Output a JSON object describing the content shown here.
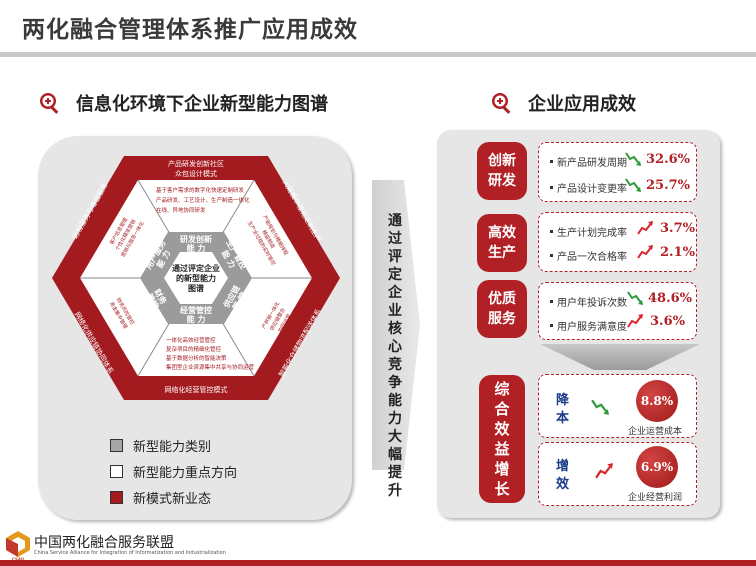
{
  "page_title": "两化融合管理体系推广应用成效",
  "left_section": {
    "heading": "信息化环境下企业新型能力图谱",
    "center": [
      "通过评定企业",
      "的新型能力",
      "图谱"
    ],
    "categories": {
      "rnd": [
        "研发创新",
        "能 力"
      ],
      "ops": [
        "经营管控",
        "能 力"
      ],
      "prod": [
        "生产管控",
        "能 力"
      ],
      "supply": [
        "供应链",
        "管 控"
      ],
      "user": [
        "用户服务",
        "能 力"
      ],
      "finance": [
        "财务",
        "管控"
      ]
    },
    "top_items": [
      "产品研发创新社区",
      "众包设计模式"
    ],
    "rnd_items": [
      "基于客户需求的数字化快速定制研发",
      "产品研发、工艺设计、生产制造一体化",
      "在线、异地协同研发"
    ],
    "ops_items": [
      "一体化高效经营管控",
      "复杂项目的精细化管控",
      "基于数据分析的智能决策",
      "集团型企业资源集中共享与协同运营"
    ],
    "bottom_item": "网络化经营管控模式",
    "right_top": "大规模个性化定制生产",
    "right_bottom": "智能化仓储物流配送体系",
    "left_top": "远程服务与增值服务",
    "left_bottom": "网络化供应链协同体系",
    "prod_items": [
      "产能规划与精细排程",
      "精益制造",
      "生产全过程的实时管控"
    ],
    "user_items": [
      "客户信息管理",
      "个性化精准营销",
      "营销与服务一体化"
    ],
    "supply_items": [
      "产供销一体化",
      "供应链整合",
      "协同运营"
    ],
    "finance_items": [
      "财务风险管控",
      "资金集中管理"
    ]
  },
  "legend": [
    {
      "label": "新型能力类别",
      "color": "#a6a6a6"
    },
    {
      "label": "新型能力重点方向",
      "color": "#ffffff"
    },
    {
      "label": "新模式新业态",
      "color": "#a31b1f"
    }
  ],
  "middle_text": "通过评定企业核心竞争能力大幅提升",
  "right_section": {
    "heading": "企业应用成效",
    "groups": [
      {
        "category": "创新研发",
        "metrics": [
          {
            "label": "新产品研发周期",
            "value": "32.6%",
            "trend": "down"
          },
          {
            "label": "产品设计变更率",
            "value": "25.7%",
            "trend": "down"
          }
        ]
      },
      {
        "category": "高效生产",
        "metrics": [
          {
            "label": "生产计划完成率",
            "value": "3.7%",
            "trend": "up"
          },
          {
            "label": "产品一次合格率",
            "value": "2.1%",
            "trend": "up"
          }
        ]
      },
      {
        "category": "优质服务",
        "metrics": [
          {
            "label": "用户年投诉次数",
            "value": "48.6%",
            "trend": "down"
          },
          {
            "label": "用户服务满意度",
            "value": "3.6%",
            "trend": "up"
          }
        ]
      }
    ],
    "overall": {
      "category": "综合效益增长",
      "items": [
        {
          "title": "降本",
          "value": "8.8%",
          "label": "企业运营成本",
          "trend": "down"
        },
        {
          "title": "增效",
          "value": "6.9%",
          "label": "企业经营利润",
          "trend": "up"
        }
      ]
    }
  },
  "footer": {
    "org_name": "中国两化融合服务联盟",
    "org_english": "China Service Alliance for Integration of Informatization and Industrialization",
    "logo_text": "CSAII"
  },
  "colors": {
    "brand_red": "#b02025",
    "panel_gray": "#e6e6e6",
    "up_red": "#d9262c",
    "down_green": "#2e9a3a"
  }
}
